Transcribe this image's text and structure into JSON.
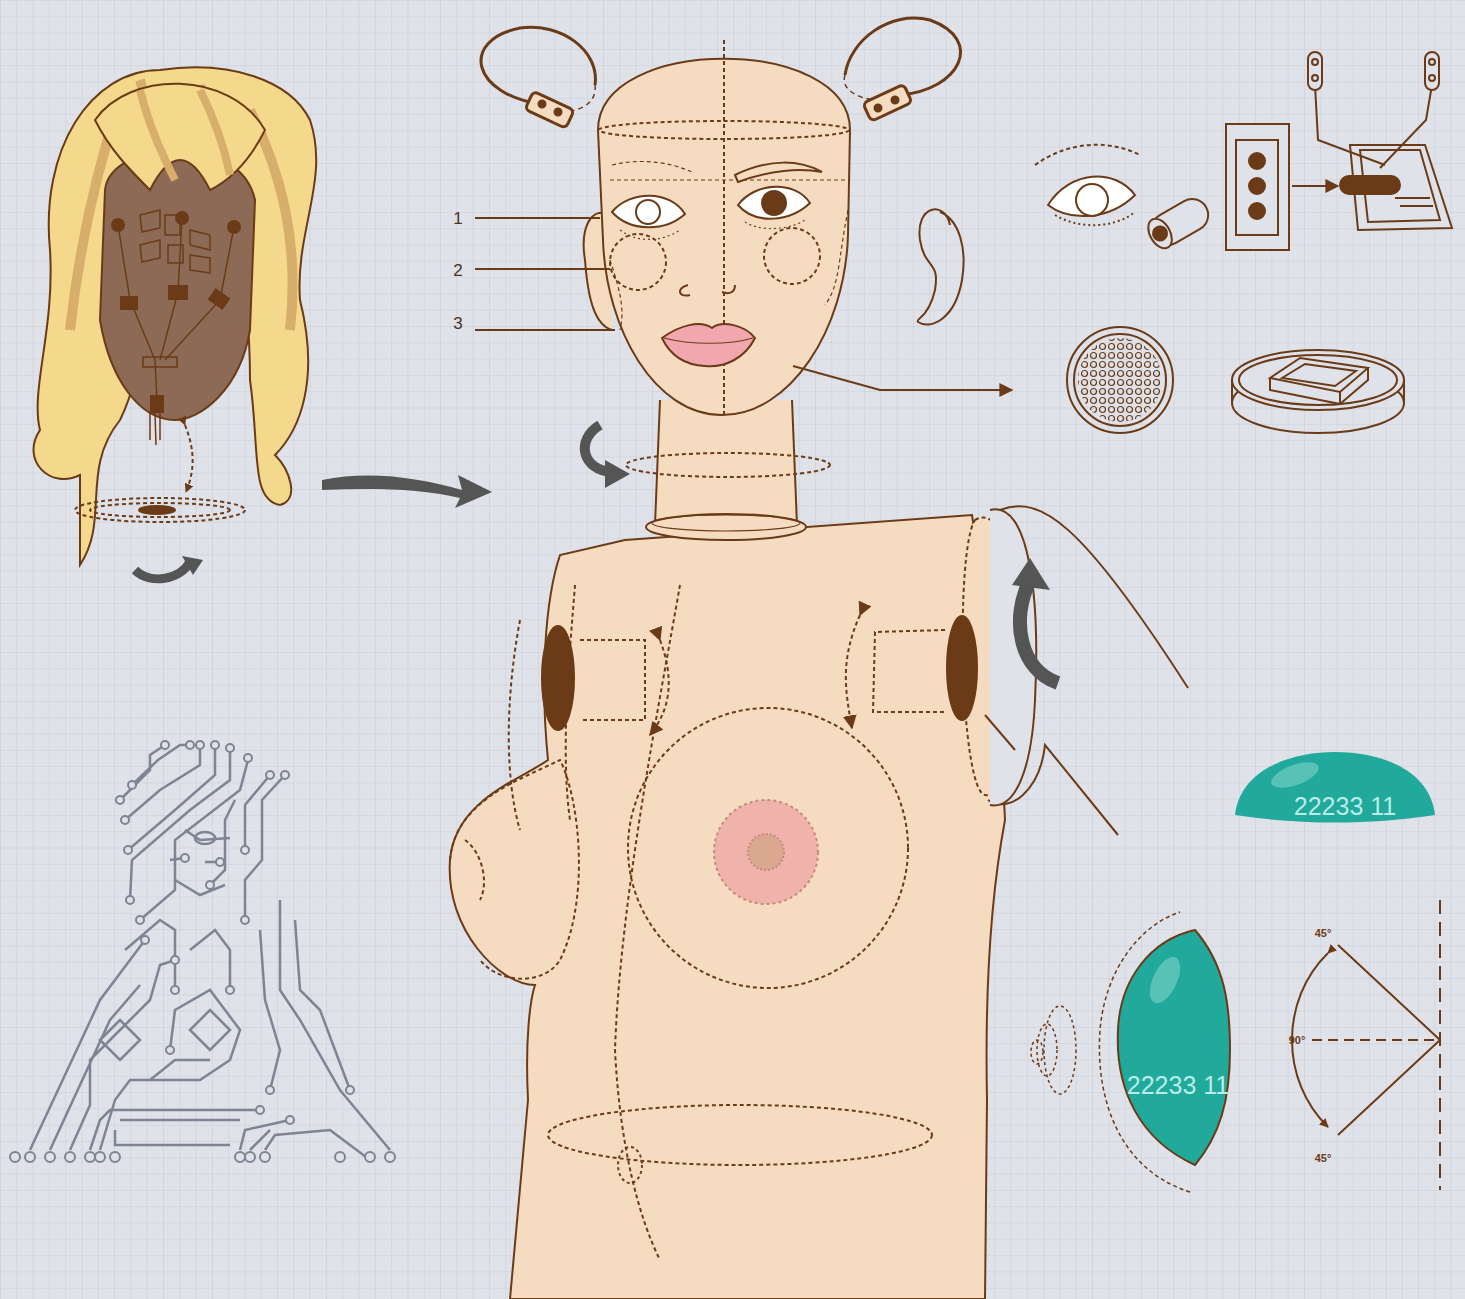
{
  "diagram": {
    "labels": [
      "1",
      "2",
      "3",
      "22233 11",
      "22233 11",
      "45°",
      "90°",
      "45°"
    ]
  }
}
